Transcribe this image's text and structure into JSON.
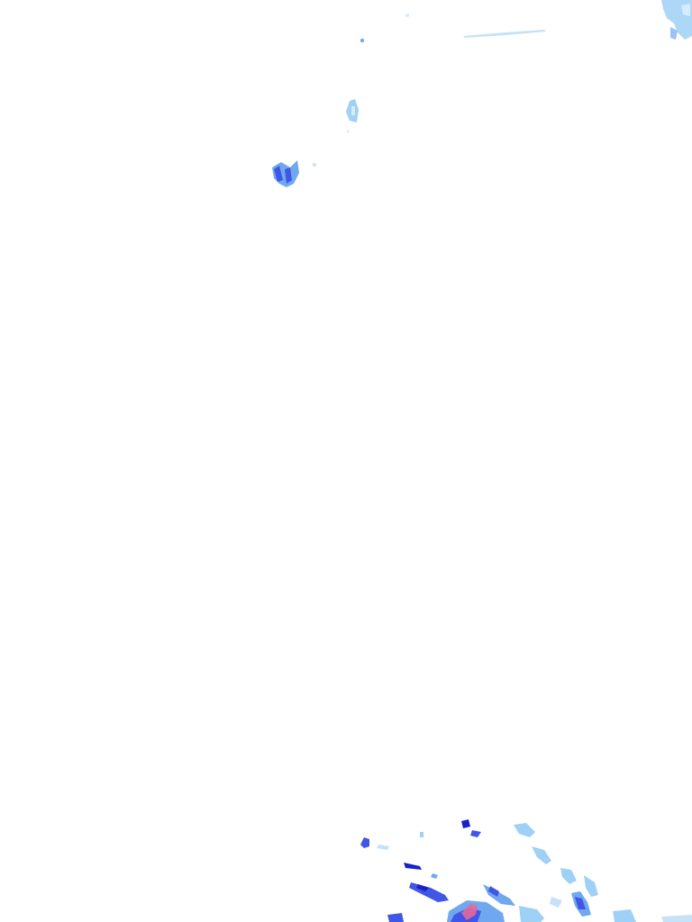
{
  "map": {
    "kind": "precipitation-radar-overlay",
    "background_color": "#ffffff",
    "intensity_colors": {
      "very_light": "#d6ecfb",
      "light": "#9fd0f5",
      "moderate": "#6fa8ef",
      "heavy": "#3f56e6",
      "very_heavy": "#1a20c9",
      "extreme": "#e8679a"
    },
    "echo_areas": [
      {
        "name": "echo-top-right",
        "intensity": "light"
      },
      {
        "name": "echo-streak-top",
        "intensity": "very_light"
      },
      {
        "name": "echo-speck-top",
        "intensity": "moderate"
      },
      {
        "name": "echo-small-cluster",
        "intensity": "light"
      },
      {
        "name": "echo-cell-northwest",
        "intensity": "heavy"
      },
      {
        "name": "echo-band-south",
        "intensity": "very_heavy"
      },
      {
        "name": "echo-core-south",
        "intensity": "extreme"
      },
      {
        "name": "echo-scatter-southeast",
        "intensity": "light"
      }
    ]
  }
}
